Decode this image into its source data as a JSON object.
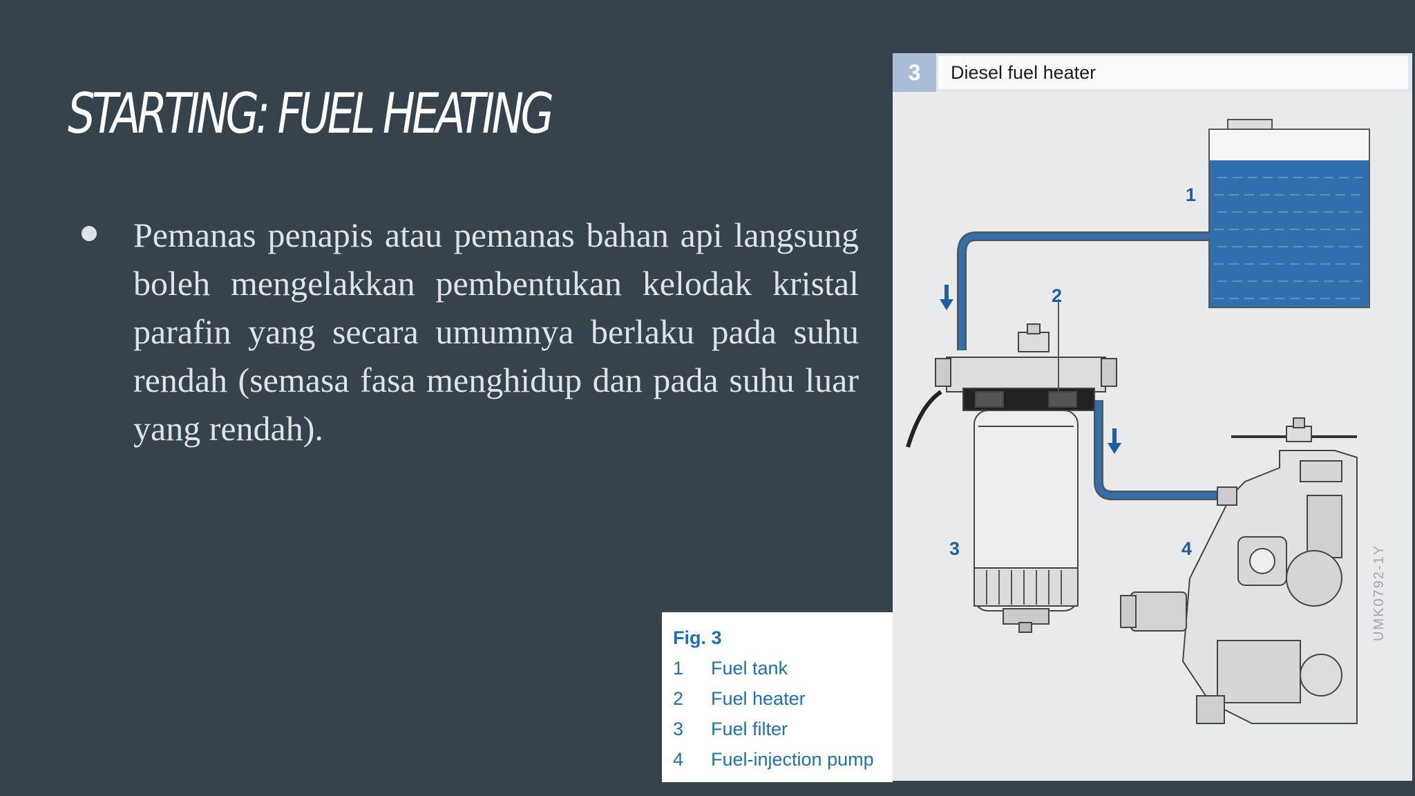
{
  "slide": {
    "title": "STARTING: FUEL HEATING",
    "bullet": "Pemanas penapis atau pemanas bahan api langsung boleh mengelakkan pembentukan kelodak kristal parafin yang secara umumnya berlaku pada suhu rendah (semasa fasa menghidup dan pada suhu luar yang rendah)."
  },
  "figure": {
    "number": "3",
    "title": "Diesel fuel heater",
    "callouts": [
      "1",
      "2",
      "3",
      "4"
    ],
    "code": "UMK0792-1Y",
    "colors": {
      "fuel_blue": "#2f6fae",
      "line_blue": "#1d5fa6",
      "header_tab": "#a9bdd6"
    }
  },
  "legend": {
    "title": "Fig. 3",
    "items": [
      {
        "num": "1",
        "label": "Fuel tank"
      },
      {
        "num": "2",
        "label": "Fuel heater"
      },
      {
        "num": "3",
        "label": "Fuel filter"
      },
      {
        "num": "4",
        "label": "Fuel-injection pump"
      }
    ]
  }
}
